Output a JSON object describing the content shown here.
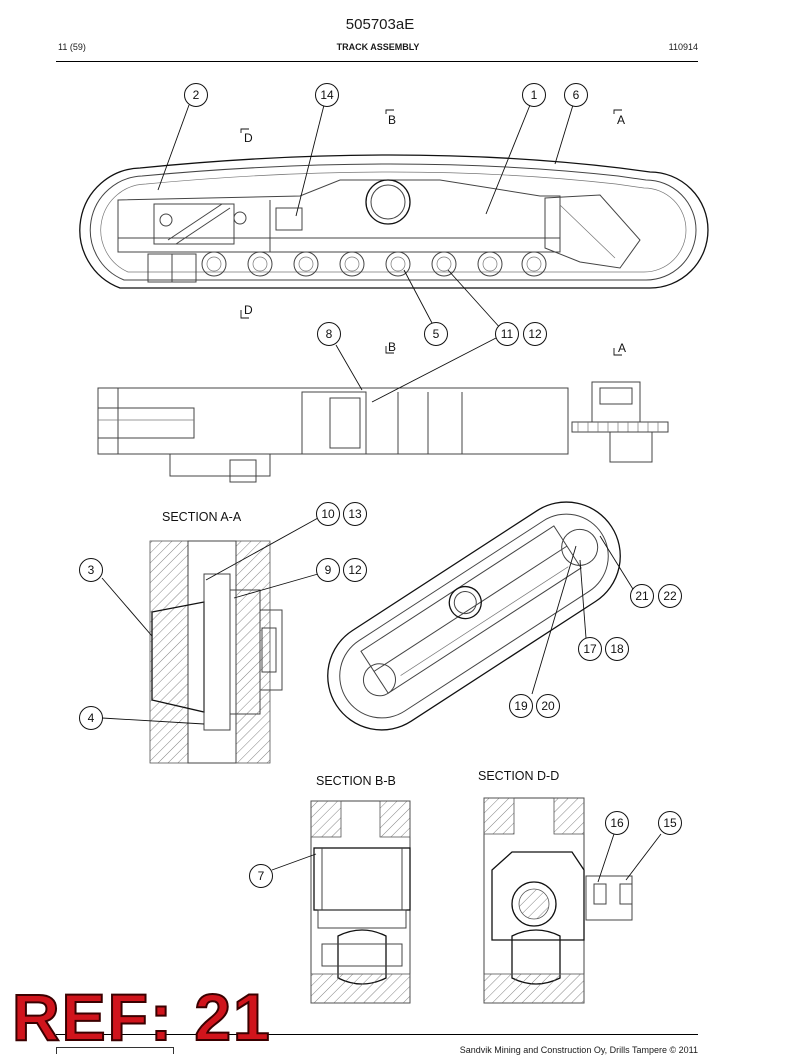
{
  "header": {
    "document_number": "505703aE",
    "page": "11 (59)",
    "title": "TRACK ASSEMBLY",
    "code": "110914"
  },
  "section_markers": {
    "a": "A",
    "b": "B",
    "d": "D"
  },
  "section_titles": {
    "aa": "SECTION  A-A",
    "bb": "SECTION  B-B",
    "dd": "SECTION  D-D"
  },
  "callouts": {
    "c1": "1",
    "c2": "2",
    "c3": "3",
    "c4": "4",
    "c5": "5",
    "c6": "6",
    "c7": "7",
    "c8": "8",
    "c9": "9",
    "c10": "10",
    "c11": "11",
    "c12": "12",
    "c13": "13",
    "c14": "14",
    "c15": "15",
    "c16": "16",
    "c17": "17",
    "c18": "18",
    "c19": "19",
    "c20": "20",
    "c21": "21",
    "c22": "22"
  },
  "footer": {
    "copyright": "Sandvik Mining and Construction Oy, Drills Tampere © 2011"
  },
  "stamp": {
    "text": "REF: 21",
    "color": "#d0141c"
  }
}
